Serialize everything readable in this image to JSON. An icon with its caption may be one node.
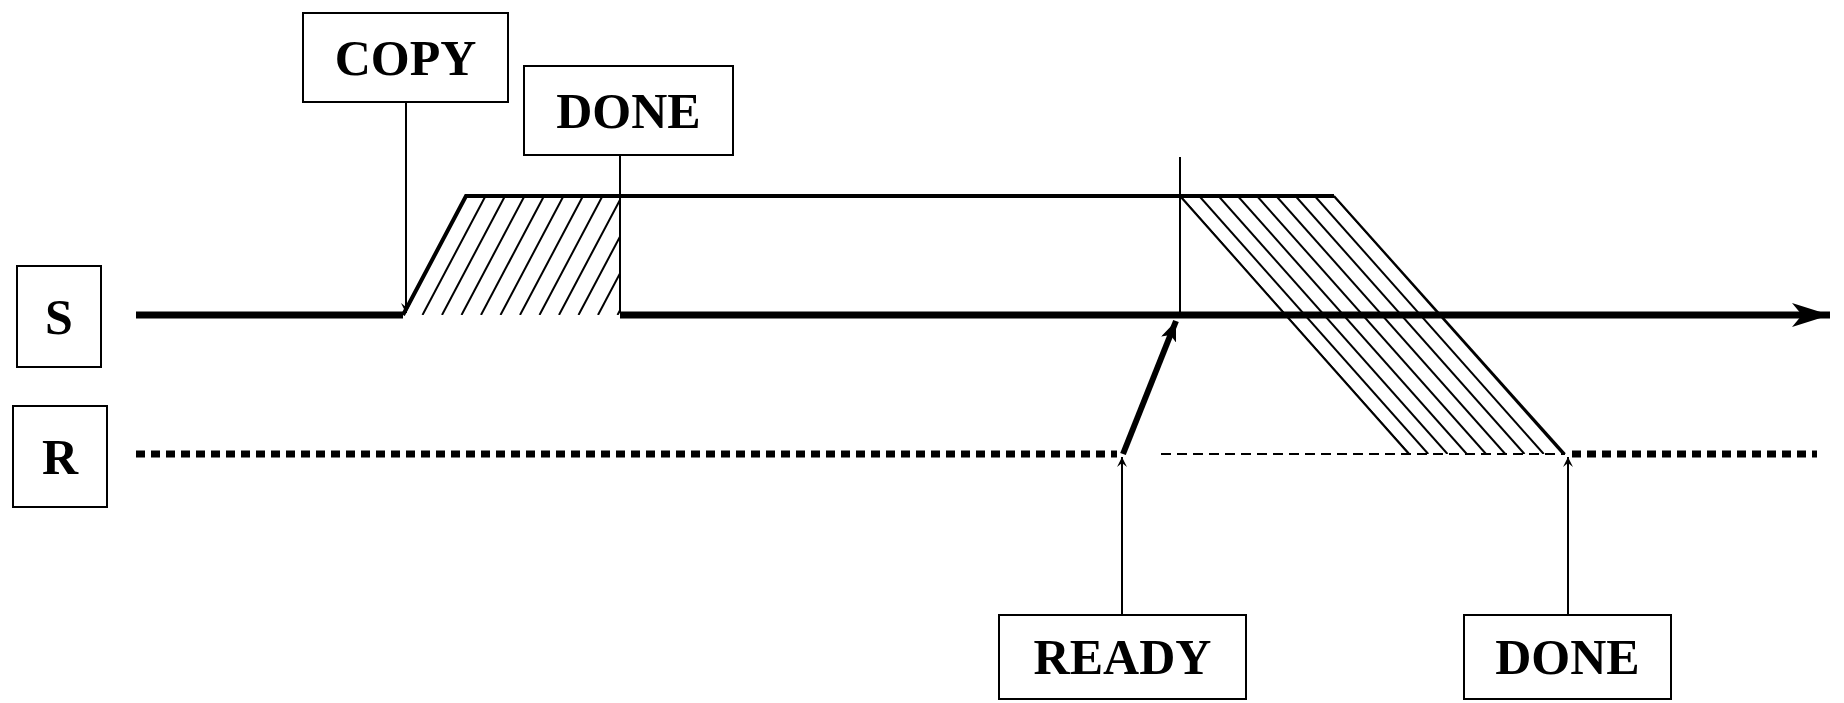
{
  "diagram": {
    "nodes": [
      {
        "text": [
          "S"
        ]
      },
      {
        "text": [
          "R"
        ]
      },
      {
        "text": [
          "COPY"
        ]
      },
      {
        "text": [
          "DONE"
        ]
      },
      {
        "text": [
          "READY"
        ]
      },
      {
        "text": [
          "DONE"
        ]
      }
    ],
    "edges": [
      {
        "from": 2,
        "to": null,
        "arrow": "to"
      },
      {
        "from": 3,
        "to": null,
        "arrow": "none"
      },
      {
        "from": 4,
        "to": null,
        "arrow": "to"
      },
      {
        "from": 5,
        "to": null,
        "arrow": "to"
      }
    ]
  }
}
